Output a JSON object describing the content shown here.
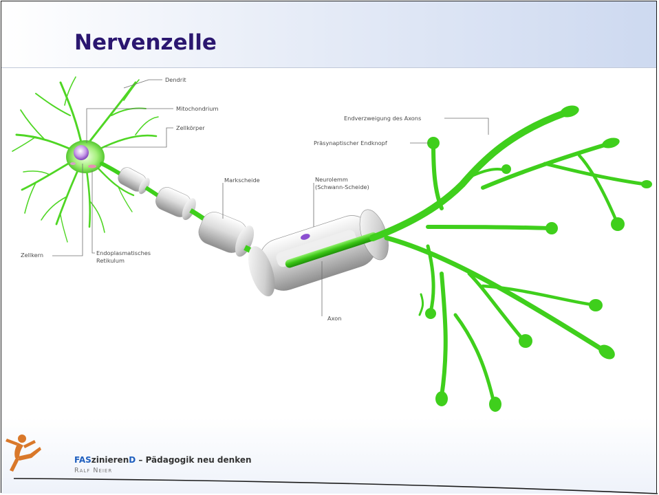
{
  "slide": {
    "title": "Nervenzelle"
  },
  "diagram": {
    "labels": {
      "dendrit": "Dendrit",
      "mitochondrium": "Mitochondrium",
      "zellkoerper": "Zellkörper",
      "zellkern": "Zellkern",
      "er_line1": "Endoplasmatisches",
      "er_line2": "Retikulum",
      "markscheide": "Markscheide",
      "neurolemm_line1": "Neurolemm",
      "neurolemm_line2": "(Schwann-Scheide)",
      "endverzweigung": "Endverzweigung des Axons",
      "endknopf": "Präsynaptischer Endknopf",
      "axon": "Axon"
    }
  },
  "footer": {
    "brand_fas": "FAS",
    "brand_mid": "zinieren",
    "brand_d": "D",
    "tagline": " – Pädagogik neu denken",
    "author": "Ralf Neier"
  },
  "colors": {
    "title": "#2b1770",
    "neuron_green": "#3fcf1c",
    "brand_blue": "#1f5fbf",
    "logo_orange": "#d9782a"
  }
}
